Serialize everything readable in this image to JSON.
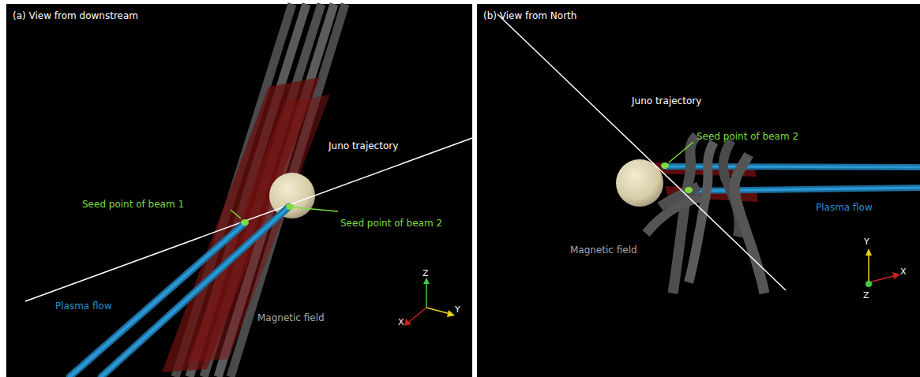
{
  "diagram": {
    "labels": [
      "(a) View from downstream",
      "Juno trajectory",
      "Seed point of beam 1",
      "Seed point of beam 2",
      "Plasma flow",
      "Magnetic field",
      "Z",
      "Y",
      "X",
      "(b) View from North",
      "Juno trajectory",
      "Seed point of beam 2",
      "Plasma flow",
      "Magnetic field",
      "Y",
      "X",
      "Z"
    ]
  }
}
